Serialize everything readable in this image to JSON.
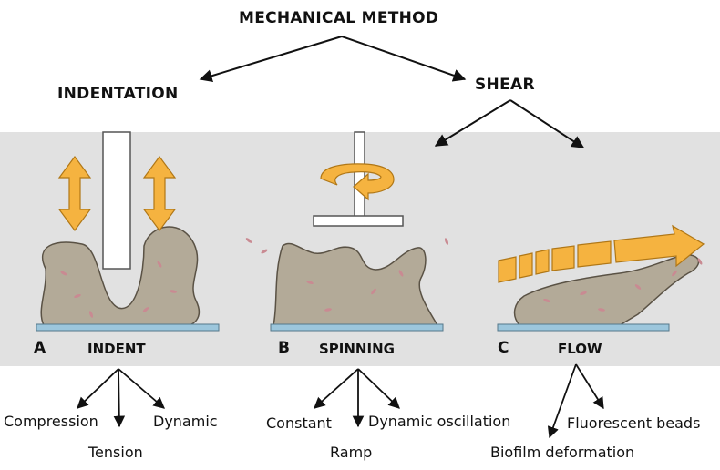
{
  "header": {
    "title": "MECHANICAL METHOD",
    "branch_left": "INDENTATION",
    "branch_right": "SHEAR"
  },
  "panels": [
    {
      "letter": "A",
      "label": "INDENT"
    },
    {
      "letter": "B",
      "label": "SPINNING"
    },
    {
      "letter": "C",
      "label": "FLOW"
    }
  ],
  "outcomes": {
    "indent": [
      "Compression",
      "Tension",
      "Dynamic"
    ],
    "spinning": [
      "Constant",
      "Ramp",
      "Dynamic oscillation"
    ],
    "flow": [
      "Biofilm deformation",
      "Fluorescent beads"
    ]
  },
  "colors": {
    "panel_background": "#e1e1e1",
    "arrow_orange": "#f5b340",
    "biofilm": "#b3aa98",
    "substrate": "#9cc6dc"
  }
}
